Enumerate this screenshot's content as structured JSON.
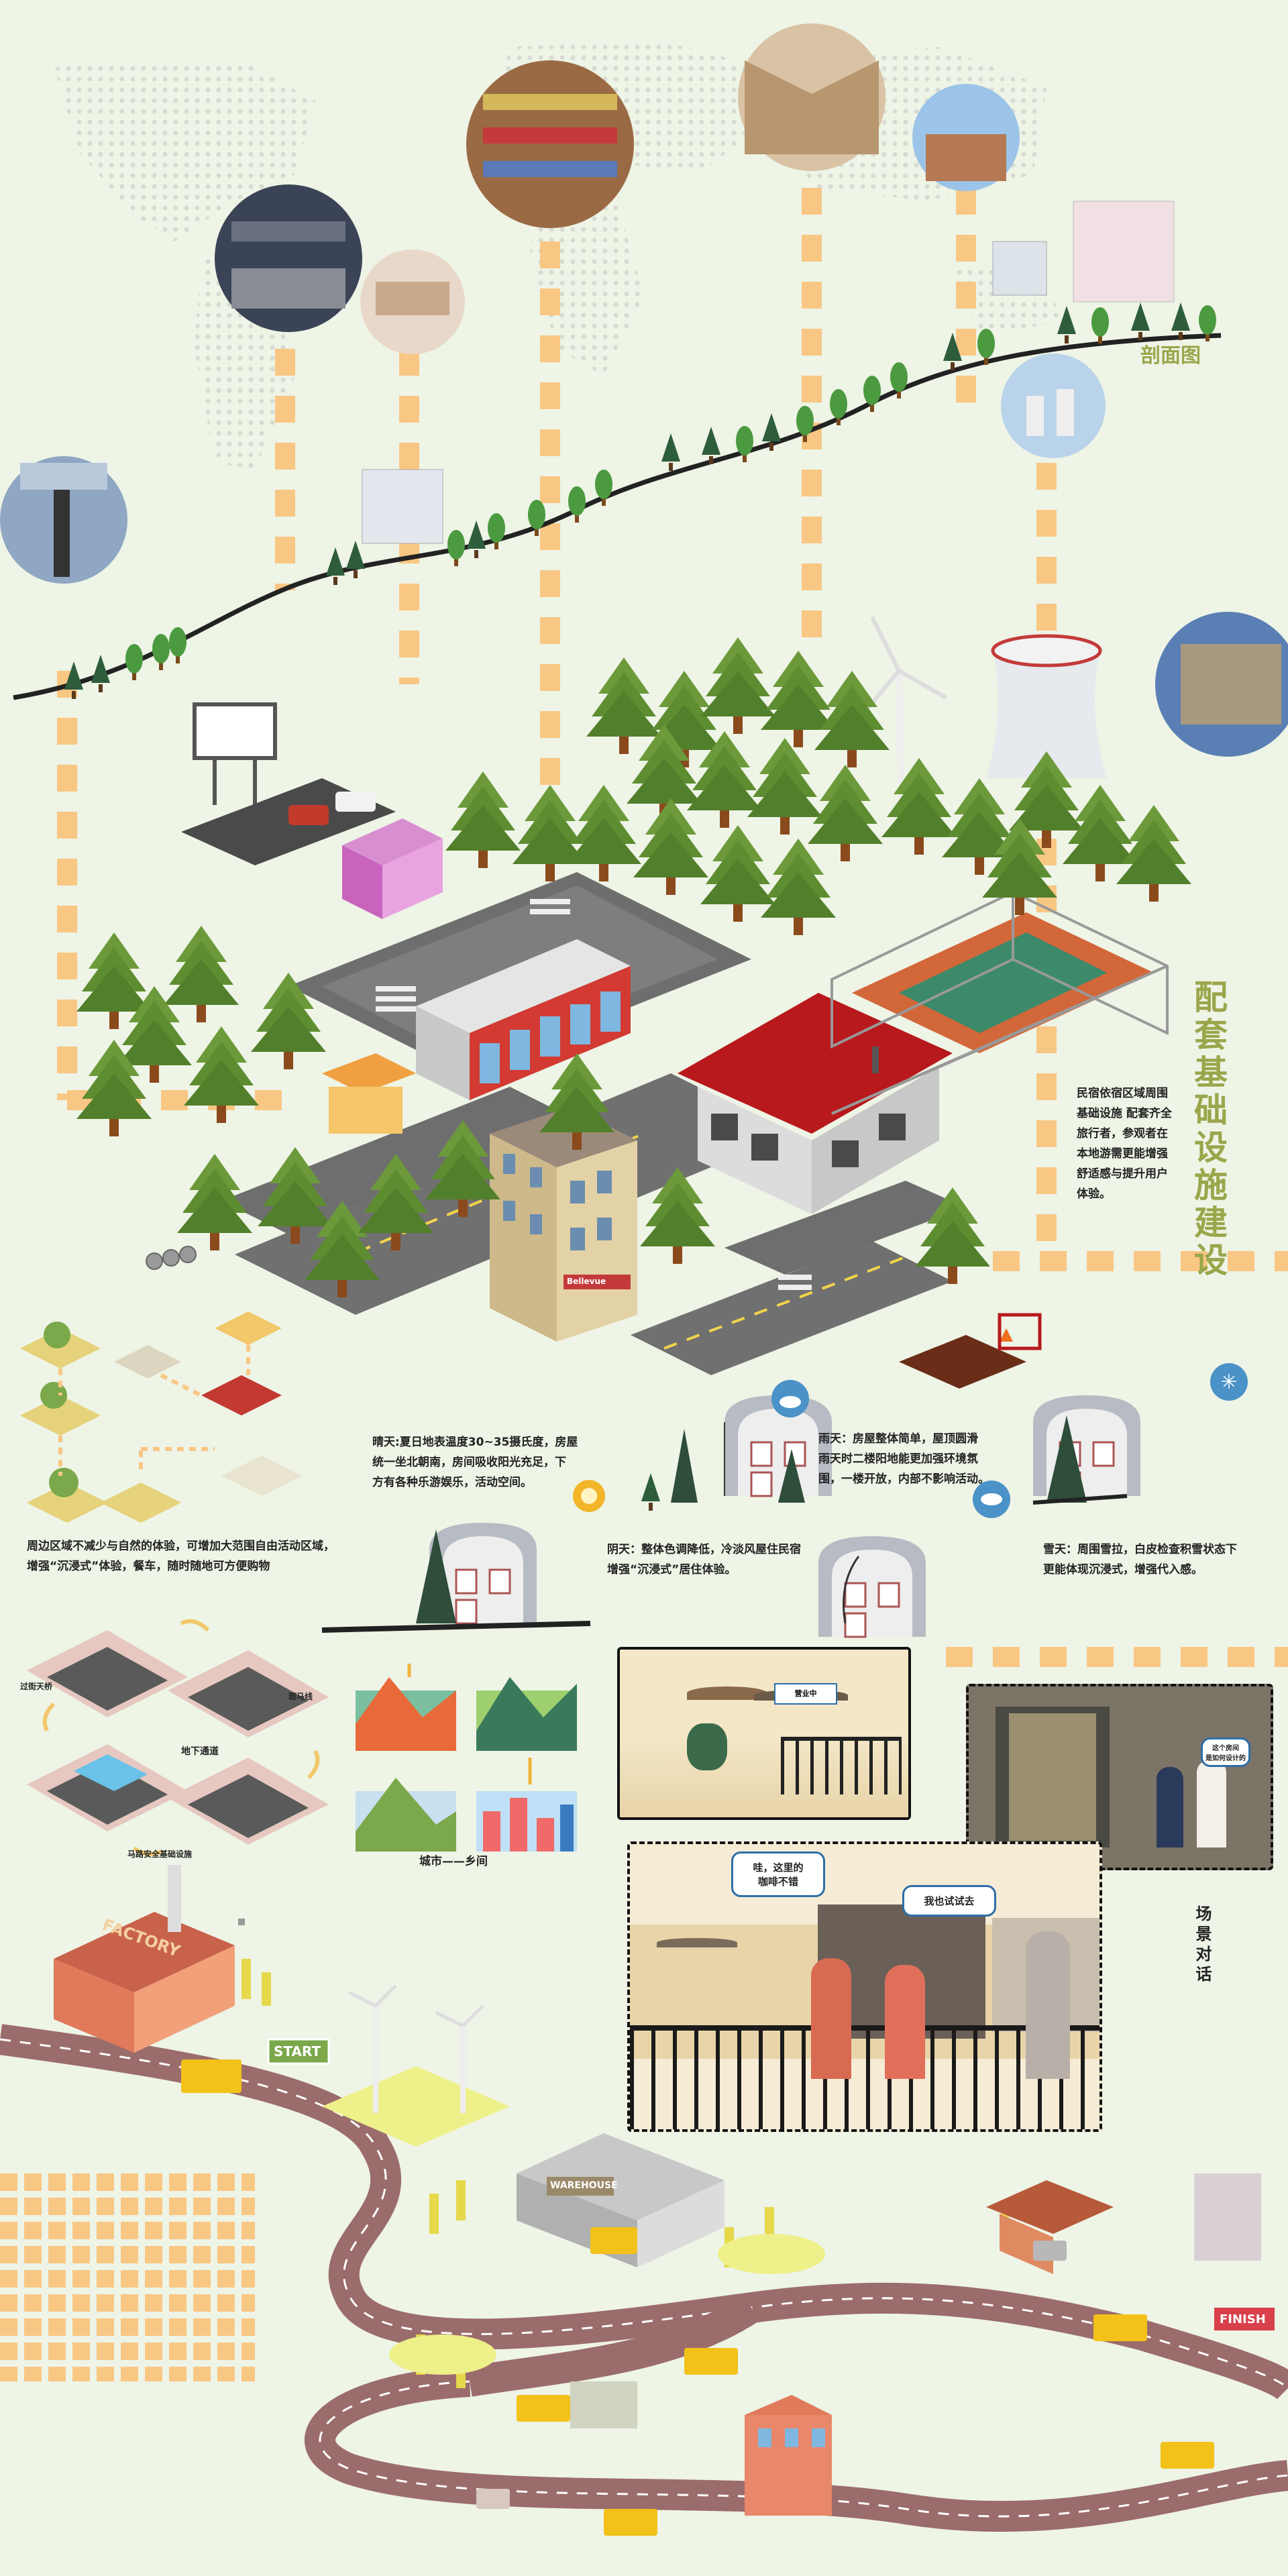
{
  "labels": {
    "section_view": "剖面图",
    "infra_title": "配套基础设施建设",
    "infra_text": [
      "民宿依宿区域周围",
      "基础设施 配套齐全",
      "旅行者，参观者在",
      "本地游需更能增强",
      "舒适感与提升用户",
      "体验。"
    ],
    "sunny": [
      "晴天:夏日地表温度30~35摄氏度，房屋",
      "统一坐北朝南，房间吸收阳光充足，下",
      "方有各种乐游娱乐，活动空间。"
    ],
    "rainy": [
      "雨天：房屋整体简单，屋顶圆滑",
      "雨天时二楼阳地能更加强环境氛",
      "围，一楼开放，内部不影响活动。"
    ],
    "cloudy": [
      "阴天：整体色调降低，冷淡风屋住民宿",
      "增强“沉浸式”居住体验。"
    ],
    "snowy": [
      "雪天：周围雪拉，白皮检查积雪状态下",
      "更能体现沉浸式，增强代入感。"
    ],
    "surround": [
      "周边区域不减少与自然的体验，可增加大范围自由活动区域，",
      "增强“沉浸式”体验，餐车，随时随地可方便购物"
    ],
    "road_labels": [
      "过街天桥",
      "斑马线",
      "地下通道",
      "马路安全基础设施"
    ],
    "city_village": "城市——乡间",
    "scene_dialog": "场景对话",
    "bubble_1": [
      "哇，这里的",
      "咖啡不错"
    ],
    "bubble_2": "我也试试去",
    "bubble_3": [
      "这个房间",
      "是如何设计的"
    ],
    "poster_text": "营业中",
    "factory_sign": "FACTORY",
    "start_sign": "START",
    "warehouse_sign": "WAREHOUSE",
    "finish_sign": "FINISH",
    "shop_sign": "Bellevue"
  },
  "colors": {
    "background": "#eef4e6",
    "dash_orange": "#f9c784",
    "tree_green": "#5f8f36",
    "trunk": "#8a4a1c",
    "road": "#777777",
    "red_roof": "#b8191c",
    "title_green": "#9aa64b",
    "curvy_road": "#9b6c6c",
    "truck_yellow": "#f2c21b"
  },
  "icons": [
    "cloud-sun-icon",
    "sun-icon",
    "cloud-rain-icon",
    "snowflake-icon"
  ]
}
